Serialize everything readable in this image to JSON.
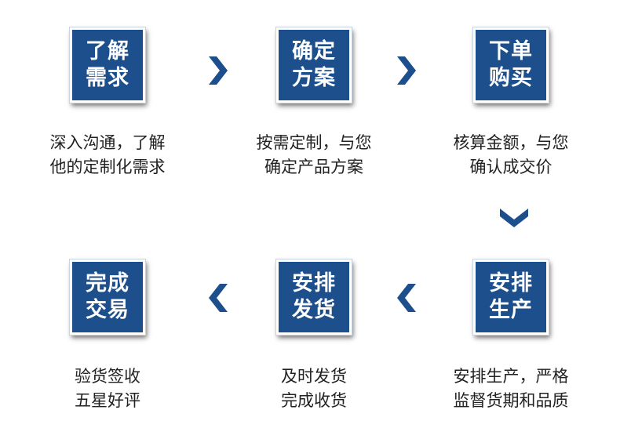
{
  "accent_color": "#1c4f8c",
  "steps": [
    {
      "title": [
        "了解",
        "需求"
      ],
      "desc": [
        "深入沟通，了解",
        "他的定制化需求"
      ]
    },
    {
      "title": [
        "确定",
        "方案"
      ],
      "desc": [
        "按需定制，与您",
        "确定产品方案"
      ]
    },
    {
      "title": [
        "下单",
        "购买"
      ],
      "desc": [
        "核算金额，与您",
        "确认成交价"
      ]
    },
    {
      "title": [
        "安排",
        "生产"
      ],
      "desc": [
        "安排生产，严格",
        "监督货期和品质"
      ]
    },
    {
      "title": [
        "安排",
        "发货"
      ],
      "desc": [
        "及时发货",
        "完成收货"
      ]
    },
    {
      "title": [
        "完成",
        "交易"
      ],
      "desc": [
        "验货签收",
        "五星好评"
      ]
    }
  ],
  "arrows": [
    {
      "icon": "chevron-right-icon"
    },
    {
      "icon": "chevron-right-icon"
    },
    {
      "icon": "chevron-down-icon"
    },
    {
      "icon": "chevron-left-icon"
    },
    {
      "icon": "chevron-left-icon"
    }
  ]
}
